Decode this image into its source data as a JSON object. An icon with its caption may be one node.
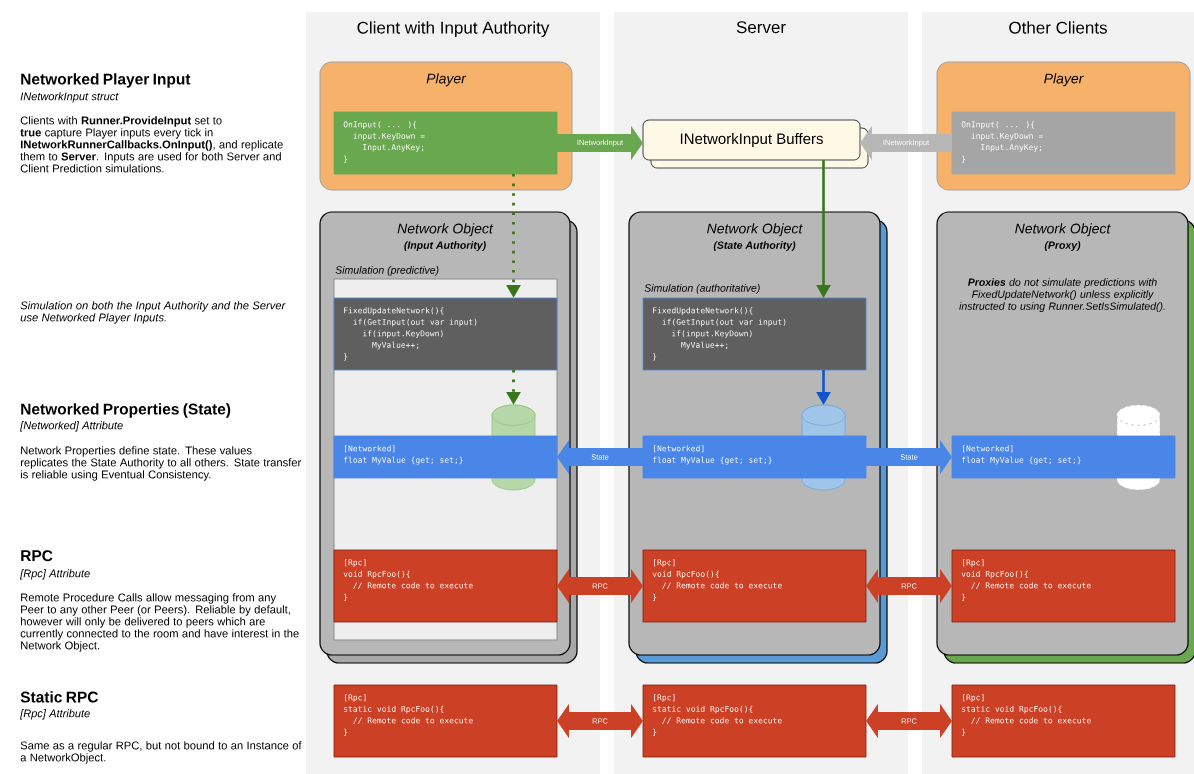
{
  "diagram": {
    "nodes": [
      {
        "text": [
          "Client with Input Authority"
        ]
      },
      {
        "text": [
          "Server"
        ]
      },
      {
        "text": [
          "Other Clients"
        ]
      },
      {
        "text": [
          "Player"
        ],
        "in": 0
      },
      {
        "text": [
          "OnInput( ... ){",
          "input.KeyDown =",
          "Input.AnyKey;",
          "}"
        ],
        "in": 3
      },
      {
        "text": [
          "INetworkInput Buffers"
        ],
        "in": 1
      },
      {
        "text": [
          "Player"
        ],
        "in": 2
      },
      {
        "text": [
          "OnInput( ... ){",
          "input.KeyDown =",
          "Input.AnyKey;",
          "}"
        ],
        "in": 6
      },
      {
        "text": [
          "Network Object",
          "(Input Authority)"
        ],
        "in": 0
      },
      {
        "text": [
          "Simulation (predictive)"
        ],
        "in": 8
      },
      {
        "text": [
          "FixedUpdateNetwork(){",
          "if(GetInput(out var input)",
          "if(input.KeyDown)",
          "MyValue++;",
          "}"
        ],
        "in": 9
      },
      {
        "text": [],
        "shape": "cylinder",
        "in": 9
      },
      {
        "text": [
          "[Networked]",
          "float MyValue {get; set;}"
        ],
        "in": 9
      },
      {
        "text": [
          "[Rpc]",
          "void RpcFoo(){",
          "// Remote code to execute",
          "}"
        ],
        "in": 9
      },
      {
        "text": [
          "Network Object",
          "(State Authority)"
        ],
        "in": 1
      },
      {
        "text": [
          "FixedUpdateNetwork(){",
          "if(GetInput(out var input)",
          "if(input.KeyDown)",
          "MyValue++;",
          "}"
        ],
        "beside": [
          "Simulation (authoritative)"
        ],
        "in": 14
      },
      {
        "text": [],
        "shape": "cylinder",
        "in": 14
      },
      {
        "text": [
          "[Networked]",
          "float MyValue {get; set;}"
        ],
        "in": 14
      },
      {
        "text": [
          "[Rpc]",
          "void RpcFoo(){",
          "// Remote code to execute",
          "}"
        ],
        "in": 14
      },
      {
        "text": [
          "Network Object",
          "(Proxy)",
          "**Proxies** do not simulate predictions with FixedUpdateNetwork() unless explicitly instructed to using Runner.SetIsSimulated()."
        ],
        "in": 2
      },
      {
        "text": [],
        "shape": "cylinder",
        "in": 19
      },
      {
        "text": [
          "[Networked]",
          "float MyValue {get; set;}"
        ],
        "in": 19
      },
      {
        "text": [
          "[Rpc]",
          "void RpcFoo(){",
          "// Remote code to execute",
          "}"
        ],
        "in": 19
      },
      {
        "text": [
          "[Rpc]",
          "static void RpcFoo(){",
          "// Remote code to execute",
          "}"
        ],
        "in": 0
      },
      {
        "text": [
          "[Rpc]",
          "static void RpcFoo(){",
          "// Remote code to execute",
          "}"
        ],
        "in": 1
      },
      {
        "text": [
          "[Rpc]",
          "static void RpcFoo(){",
          "// Remote code to execute",
          "}"
        ],
        "in": 2
      }
    ],
    "edges": [
      {
        "from": 4,
        "to": 5,
        "arrow": "to",
        "label": "INetworkInput",
        "color": "#6aa84f"
      },
      {
        "from": 7,
        "to": 5,
        "arrow": "to",
        "label": "INetworkInput",
        "color": "#b7b7b7"
      },
      {
        "from": 4,
        "to": 10,
        "arrow": "to",
        "style": "dashed",
        "color": "#38761d"
      },
      {
        "from": 10,
        "to": 11,
        "arrow": "to",
        "style": "dashed",
        "color": "#38761d"
      },
      {
        "from": 5,
        "to": 15,
        "arrow": "to",
        "color": "#38761d"
      },
      {
        "from": 15,
        "to": 16,
        "arrow": "to",
        "color": "#1155cc"
      },
      {
        "from": 17,
        "to": 12,
        "arrow": "to",
        "label": "State",
        "color": "#4a86e8"
      },
      {
        "from": 17,
        "to": 21,
        "arrow": "to",
        "label": "State",
        "color": "#4a86e8"
      },
      {
        "from": 13,
        "to": 18,
        "arrow": "both",
        "label": "RPC",
        "color": "#cc4125"
      },
      {
        "from": 18,
        "to": 22,
        "arrow": "both",
        "label": "RPC",
        "color": "#cc4125"
      },
      {
        "from": 23,
        "to": 24,
        "arrow": "both",
        "label": "RPC",
        "color": "#cc4125"
      },
      {
        "from": 24,
        "to": 25,
        "arrow": "both",
        "label": "RPC",
        "color": "#cc4125"
      }
    ],
    "labels": [
      "Networked Player Input",
      "INetworkInput struct",
      "Clients with **Runner.ProvideInput** set to **true** capture Player inputs every tick in **INetworkRunnerCallbacks.OnInput()**, and replicate them to **Server**. Inputs are used for both Server and Client Prediction simulations.",
      "Simulation on both the Input Authority and the Server use Networked Player Inputs.",
      "Networked Properties (State)",
      "[Networked] Attribute",
      "Network Properties define state. These values replicates the State Authority to all others. State transfer is reliable using Eventual Consistency.",
      "RPC",
      "[Rpc] Attribute",
      "Remote Procedure Calls allow messaging from any Peer to any other Peer (or Peers). Reliable by default, however will only be delivered to peers which are currently connected to the room and have interest in  the Network Object.",
      "Static RPC",
      "[Rpc] Attribute",
      "Same as a regular RPC, but not bound to an Instance of a NetworkObject."
    ]
  }
}
